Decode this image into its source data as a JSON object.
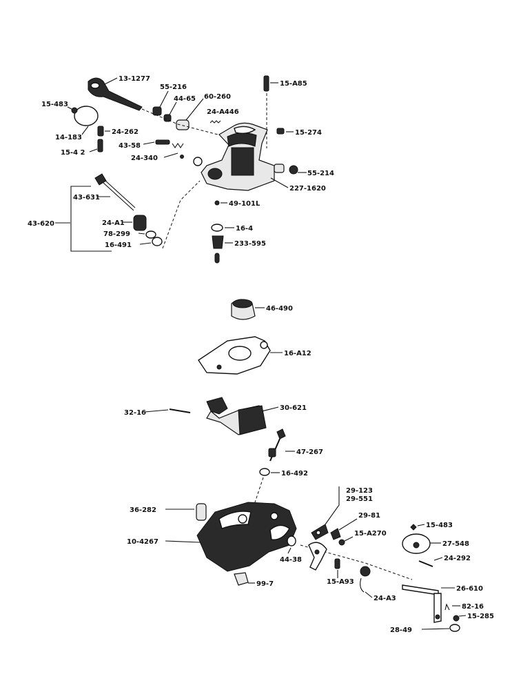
{
  "labels": {
    "l_13_1277": "13-1277",
    "l_15_483a": "15-483",
    "l_55_216": "55-216",
    "l_44_65": "44-65",
    "l_60_260": "60-260",
    "l_15_A85": "15-A85",
    "l_24_A446": "24-A446",
    "l_14_183": "14-183",
    "l_24_262": "24-262",
    "l_15_42": "15-4 2",
    "l_15_274": "15-274",
    "l_43_58": "43-58",
    "l_24_340": "24-340",
    "l_55_214": "55-214",
    "l_227_1620": "227-1620",
    "l_43_631": "43-631",
    "l_43_620": "43-620",
    "l_49_101L": "49-101L",
    "l_24_A1": "24-A1",
    "l_16_4": "16-4",
    "l_78_299": "78-299",
    "l_16_491": "16-491",
    "l_233_595": "233-595",
    "l_46_490": "46-490",
    "l_16_A12": "16-A12",
    "l_32_16": "32-16",
    "l_30_621": "30-621",
    "l_47_267": "47-267",
    "l_16_492": "16-492",
    "l_29_123": "29-123",
    "l_29_551": "29-551",
    "l_36_282": "36-282",
    "l_29_81": "29-81",
    "l_15_483b": "15-483",
    "l_15_A270": "15-A270",
    "l_27_548": "27-548",
    "l_10_4267": "10-4267",
    "l_44_38": "44-38",
    "l_24_292": "24-292",
    "l_15_A93": "15-A93",
    "l_26_610": "26-610",
    "l_99_7": "99-7",
    "l_24_A3": "24-A3",
    "l_82_16": "82-16",
    "l_15_285": "15-285",
    "l_28_49": "28-49"
  }
}
